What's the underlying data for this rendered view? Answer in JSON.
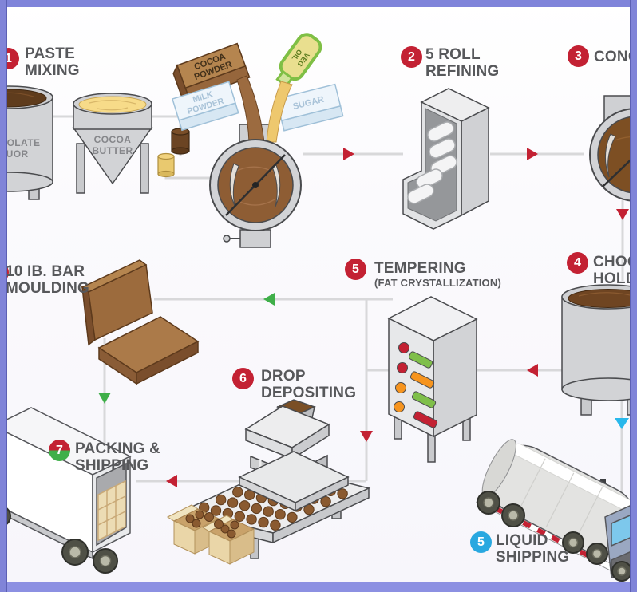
{
  "steps": {
    "paste_mixing": {
      "num": "1",
      "line1": "PASTE",
      "line2": "MIXING"
    },
    "roll_refining": {
      "num": "2",
      "line1": "5 ROLL",
      "line2": "REFINING"
    },
    "conching": {
      "num": "3",
      "line1": "CONC"
    },
    "choc_holding": {
      "num": "4",
      "line1": "CHOC",
      "line2": "HOLD"
    },
    "tempering": {
      "num": "5",
      "line1": "TEMPERING",
      "line2": "(FAT CRYSTALLIZATION)"
    },
    "drop_depositing": {
      "num": "6",
      "line1": "DROP",
      "line2": "DEPOSITING"
    },
    "packing_shipping": {
      "num": "7",
      "line1": "PACKING &",
      "line2": "SHIPPING"
    },
    "liquid_shipping": {
      "num": "5",
      "line1": "LIQUID",
      "line2": "SHIPPING"
    },
    "bar_moulding": {
      "line1": "10 IB. BAR",
      "line2": "MOULDING"
    }
  },
  "equipment": {
    "chocolate_liquor": {
      "line1": "CHOCOLATE",
      "line2": "LIQUOR"
    },
    "cocoa_butter": {
      "line1": "COCOA",
      "line2": "BUTTER"
    },
    "cocoa_powder": {
      "line1": "COCOA",
      "line2": "POWDER"
    },
    "milk_powder": {
      "line1": "MILK",
      "line2": "POWDER"
    },
    "sugar": {
      "label": "SUGAR"
    },
    "veg_oil": {
      "line1": "VEG",
      "line2": "OIL"
    }
  },
  "colors": {
    "step_red": "#c32133",
    "arrow_green": "#3faf49",
    "arrow_cyan": "#29b8eb",
    "badge_blue": "#29a8e0",
    "text_gray": "#57585b",
    "line_gray": "#d8d8da",
    "border_purple": "#8084d8",
    "chocolate_brown": "#8a5a30"
  }
}
